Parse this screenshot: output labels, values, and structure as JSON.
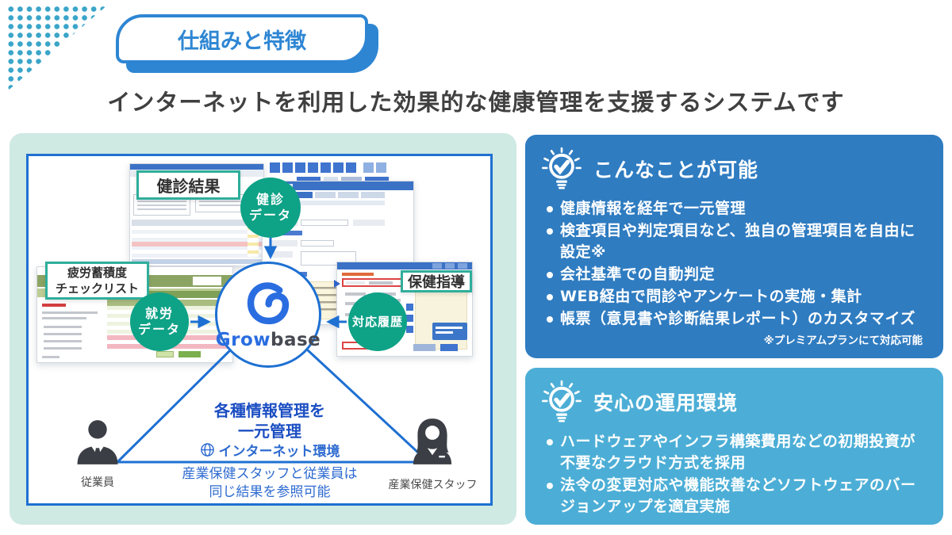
{
  "header": {
    "badge_label": "仕組みと特徴",
    "subtitle": "インターネットを利用した効果的な健康管理を支援するシステムです"
  },
  "diagram": {
    "screen_labels": {
      "kenshin_kekka": "健診結果",
      "hirou_line1": "疲労蓄積度",
      "hirou_line2": "チェックリスト",
      "hoken_shidou": "保健指導"
    },
    "data_circles": {
      "kenshin_line1": "健診",
      "kenshin_line2": "データ",
      "shurou_line1": "就労",
      "shurou_line2": "データ",
      "taiou": "対応履歴"
    },
    "brand": {
      "grow": "Grow",
      "base": "base"
    },
    "center_caption_line1": "各種情報管理を",
    "center_caption_line2": "一元管理",
    "internet_label": "インターネット環境",
    "share_note_line1": "産業保健スタッフと従業員は",
    "share_note_line2": "同じ結果を参照可能",
    "employee_label": "従業員",
    "staff_label": "産業保健スタッフ"
  },
  "panels": [
    {
      "title": "こんなことが可能",
      "bullets": [
        "健康情報を経年で一元管理",
        "検査項目や判定項目など、独自の管理項目を自由に設定※",
        "会社基準での自動判定",
        "WEB経由で問診やアンケートの実施・集計",
        "帳票（意見書や診断結果レポート）のカスタマイズ"
      ],
      "footnote": "※プレミアムプランにて対応可能"
    },
    {
      "title": "安心の運用環境",
      "bullets": [
        "ハードウェアやインフラ構築費用などの初期投資が不要なクラウド方式を採用",
        "法令の変更対応や機能改善などソフトウェアのバージョンアップを適宜実施"
      ]
    }
  ],
  "colors": {
    "accent_blue": "#2e86d3",
    "diagram_blue": "#1e70d2",
    "teal_green_circle": "#0ea287",
    "label_border_green": "#2fae9b",
    "panel_capabilities_bg": "#2f7cc1",
    "panel_operation_bg": "#4caed6",
    "mint_bg": "#cfe9e3",
    "dots": "#3aa5c9"
  }
}
